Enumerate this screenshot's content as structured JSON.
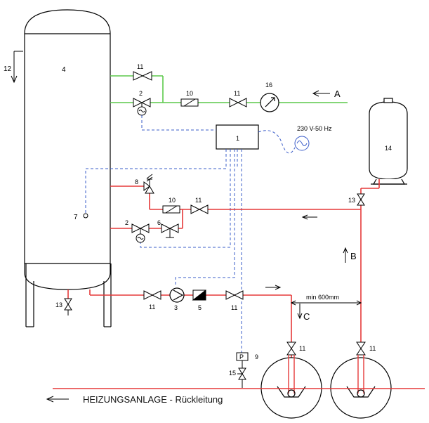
{
  "labels": {
    "tank": "4",
    "level_arrow": "12",
    "probe": "7",
    "control": "1",
    "ac": "230 V-50 Hz",
    "exp_tank": "14",
    "valve_13_right": "13",
    "valve_13_left": "13",
    "feed_valve_top": "11",
    "solenoid_top": "2",
    "meter_top": "10",
    "valve_top_right": "11",
    "gauge": "16",
    "inlet": "A",
    "safety_valve": "8",
    "meter_mid": "10",
    "valve_mid": "11",
    "solenoid_mid": "2",
    "valve_6": "6",
    "valve_pump_left": "11",
    "pump": "3",
    "filter": "5",
    "valve_pump_right": "11",
    "arrow_b": "B",
    "arrow_c": "C",
    "min_dist": "min 600mm",
    "pressure_switch": "9",
    "ps_box": "P",
    "valve_15": "15",
    "valve_d1": "11",
    "valve_d2": "11"
  },
  "caption": "HEIZUNGSANLAGE - Rückleitung",
  "colors": {
    "green": "#5cc94a",
    "red": "#e53838",
    "blue_dash": "#3a5cc9",
    "black": "#000000"
  }
}
